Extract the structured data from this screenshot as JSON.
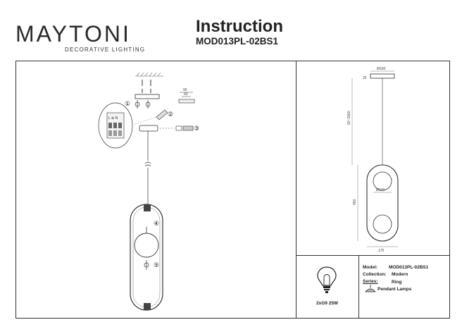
{
  "header": {
    "brand": "MAYTONI",
    "tagline": "DECORATIVE LIGHTING",
    "title": "Instruction",
    "model_code": "MOD013PL-02BS1"
  },
  "steps": {
    "s1": "①",
    "s2": "②",
    "s3": "③",
    "s4": "④",
    "s5": "⑤"
  },
  "mount_dims": {
    "outer": "95",
    "inner": "60"
  },
  "spec_dims": {
    "canopy": "Ø100",
    "canopy_h": "25",
    "cord": "60~1560",
    "glass": "Ø120",
    "body_h": "450",
    "width": "170"
  },
  "lamp_info": {
    "bulb": "2xG9 25W"
  },
  "product_info": {
    "model_label": "Model:",
    "model_value": "MOD013PL-02BS1",
    "collection_label": "Collection:",
    "collection_value": "Modern",
    "series_label": "Series:",
    "series_value": "Ring",
    "type_value": "Pendant Lamps"
  }
}
